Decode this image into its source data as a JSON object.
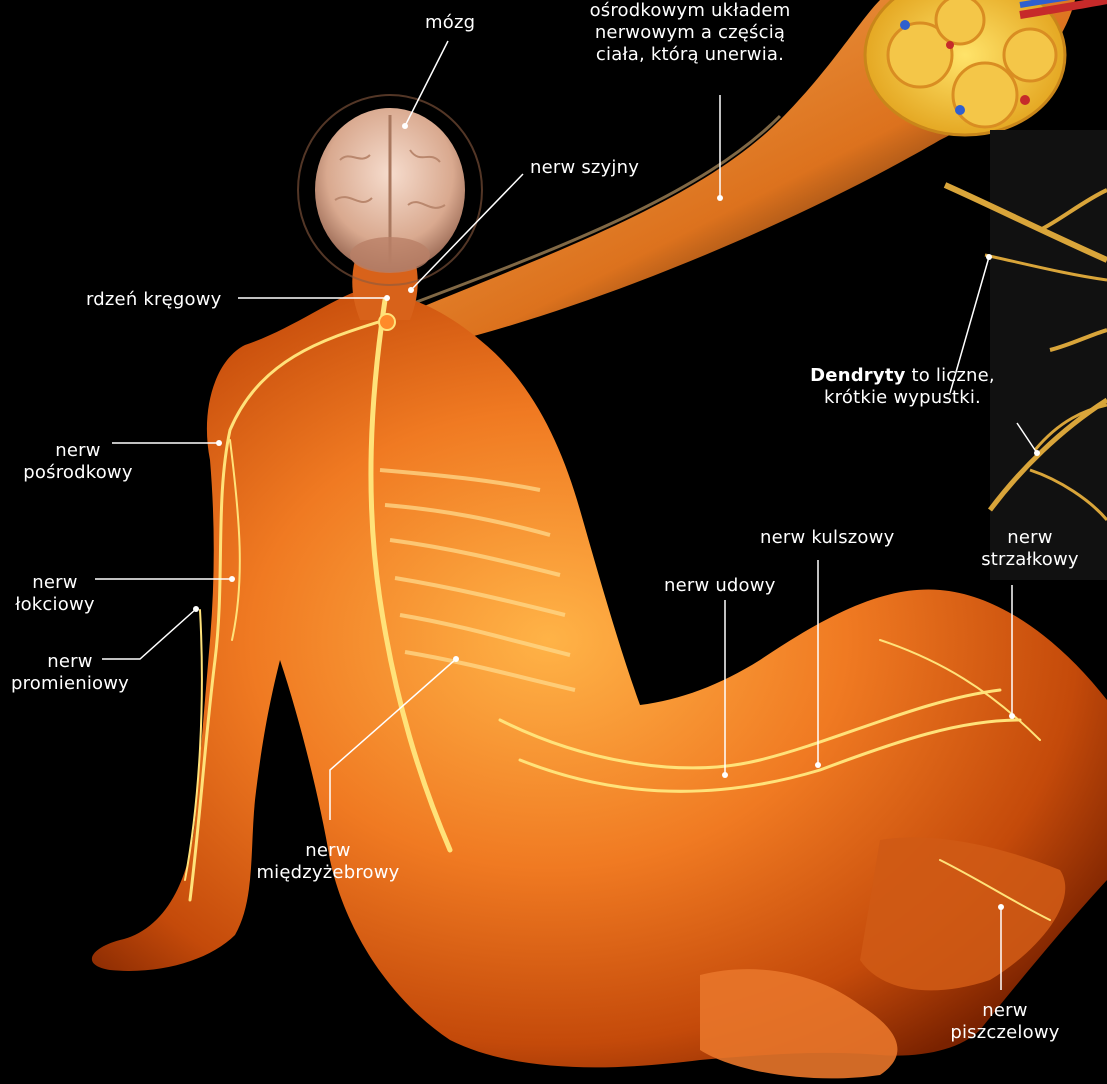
{
  "labels": {
    "brain": "mózg",
    "nerve_intro": "ośrodkowym układem\nnerwowym a częścią\nciała, którą unerwia.",
    "cervical_nerve": "nerw szyjny",
    "spinal_cord": "rdzeń kręgowy",
    "dendrites_bold": "Dendryty",
    "dendrites_rest": " to liczne,\nkrótkie wypustki.",
    "median_nerve": "nerw\npośrodkowy",
    "ulnar_nerve": "nerw\nłokciowy",
    "radial_nerve": "nerw\npromieniowy",
    "intercostal_nerve": "nerw\nmiędzyżebrowy",
    "femoral_nerve": "nerw udowy",
    "sciatic_nerve": "nerw kulszowy",
    "peroneal_nerve": "nerw\nstrzałkowy",
    "tibial_nerve": "nerw\npiszczelowy"
  },
  "colors": {
    "background": "#000000",
    "label_text": "#ffffff",
    "leader_line": "#ffffff",
    "body_orange": "#e8691c",
    "nerve_yellow": "#ffe27a",
    "brain_pink": "#e9c7b5"
  }
}
